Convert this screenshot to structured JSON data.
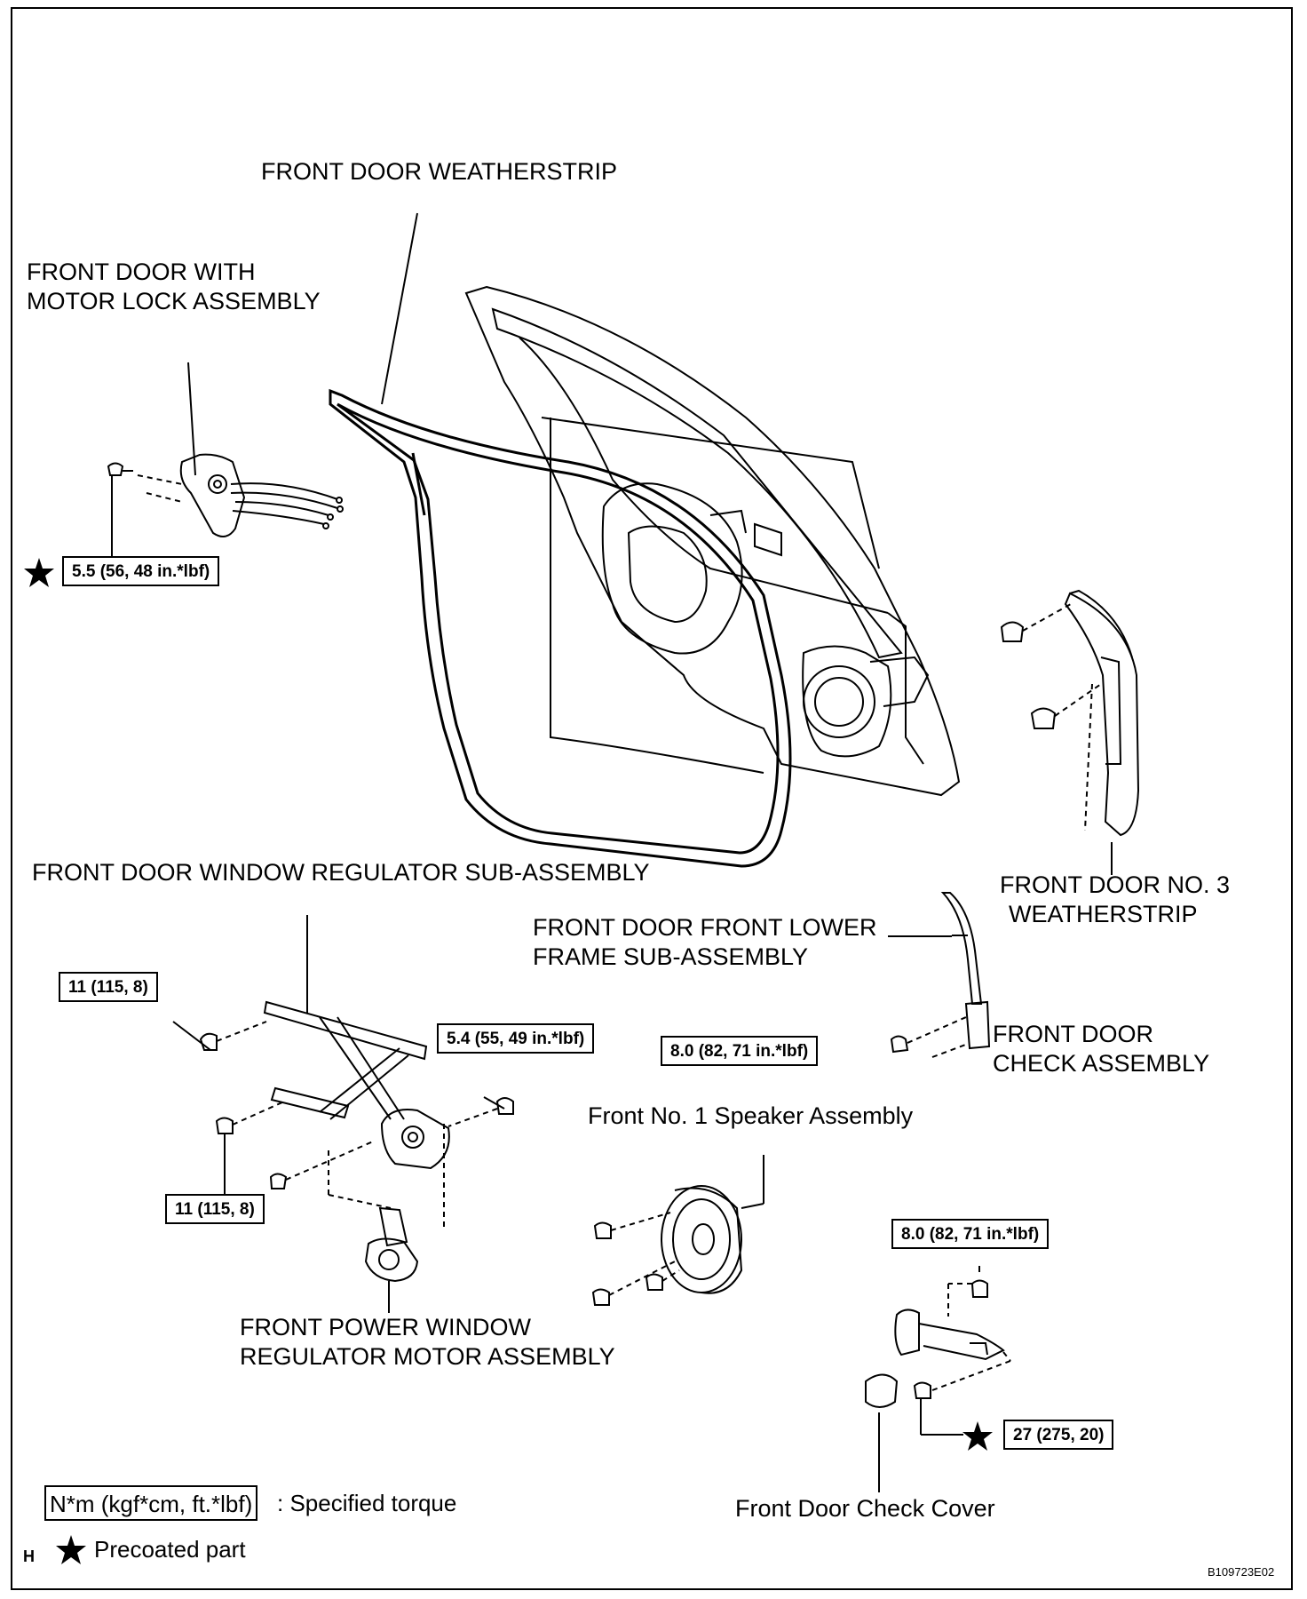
{
  "labels": {
    "weatherstrip": "FRONT DOOR WEATHERSTRIP",
    "motor_lock": [
      "FRONT DOOR WITH",
      "MOTOR LOCK ASSEMBLY"
    ],
    "window_regulator": "FRONT DOOR WINDOW REGULATOR SUB-ASSEMBLY",
    "no3_weatherstrip": [
      "FRONT DOOR NO. 3",
      "WEATHERSTRIP"
    ],
    "front_lower_frame": [
      "FRONT DOOR FRONT LOWER",
      "FRAME SUB-ASSEMBLY"
    ],
    "door_check": [
      "FRONT DOOR",
      "CHECK ASSEMBLY"
    ],
    "speaker": "Front No. 1 Speaker Assembly",
    "regulator_motor": [
      "FRONT POWER WINDOW",
      "REGULATOR MOTOR ASSEMBLY"
    ],
    "check_cover": "Front Door Check Cover"
  },
  "torques": {
    "motor_lock": "5.5 (56, 48 in.*lbf)",
    "regulator_upper": "11 (115, 8)",
    "regulator_lower": "11 (115, 8)",
    "regulator_right": "5.4 (55, 49 in.*lbf)",
    "lower_frame": "8.0 (82, 71 in.*lbf)",
    "door_check_top": "8.0 (82, 71 in.*lbf)",
    "door_check_bottom": "27 (275, 20)"
  },
  "legend": {
    "torque_box": "N*m (kgf*cm, ft.*lbf)",
    "torque_text": ": Specified torque",
    "precoated_symbol": "★",
    "precoated_text": "Precoated part"
  },
  "corner_letter": "H",
  "figure_code": "B109723E02"
}
